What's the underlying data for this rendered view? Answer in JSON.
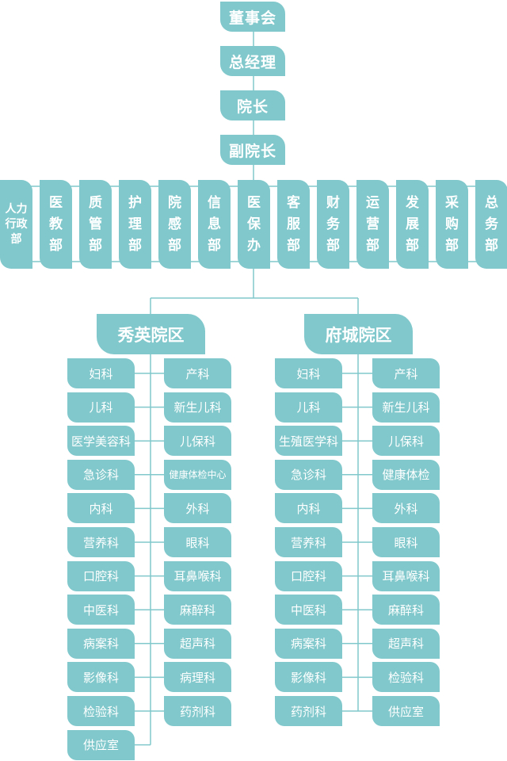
{
  "title": "Organization Chart",
  "leadership": [
    "董事会",
    "总经理",
    "院长",
    "副院长"
  ],
  "departments": [
    "人力行政部",
    "医教部",
    "质管部",
    "护理部",
    "院感部",
    "信息部",
    "医保办",
    "客服部",
    "财务部",
    "运营部",
    "发展部",
    "采购部",
    "总务部"
  ],
  "campuses": [
    {
      "name": "秀英院区",
      "left_column": [
        "妇科",
        "儿科",
        "医学美容科",
        "急诊科",
        "内科",
        "营养科",
        "口腔科",
        "中医科",
        "病案科",
        "影像科",
        "检验科",
        "供应室"
      ],
      "right_column": [
        "产科",
        "新生儿科",
        "儿保科",
        "健康体检中心",
        "外科",
        "眼科",
        "耳鼻喉科",
        "麻醉科",
        "超声科",
        "病理科",
        "药剂科"
      ]
    },
    {
      "name": "府城院区",
      "left_column": [
        "妇科",
        "儿科",
        "生殖医学科",
        "急诊科",
        "内科",
        "营养科",
        "口腔科",
        "中医科",
        "病案科",
        "影像科",
        "药剂科"
      ],
      "right_column": [
        "产科",
        "新生儿科",
        "儿保科",
        "健康体检",
        "外科",
        "眼科",
        "耳鼻喉科",
        "麻醉科",
        "超声科",
        "检验科",
        "供应室"
      ]
    }
  ],
  "colors": {
    "box": "#80c8cb",
    "line": "#80c8cb",
    "text": "#ffffff"
  }
}
